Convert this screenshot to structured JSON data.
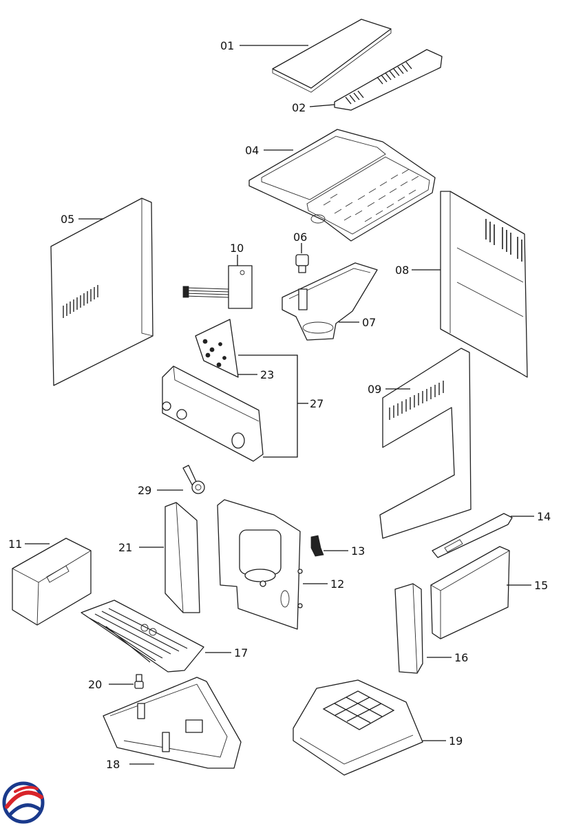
{
  "diagram": {
    "callouts": [
      "01",
      "02",
      "04",
      "05",
      "06",
      "07",
      "08",
      "09",
      "10",
      "11",
      "12",
      "13",
      "14",
      "15",
      "16",
      "17",
      "18",
      "19",
      "20",
      "21",
      "23",
      "27",
      "29"
    ]
  },
  "logo": {
    "name": "brand-logo",
    "colors": [
      "#1a3a8c",
      "#d8242a"
    ]
  },
  "colors": {
    "line": "#1e1e1e",
    "background": "#ffffff"
  }
}
